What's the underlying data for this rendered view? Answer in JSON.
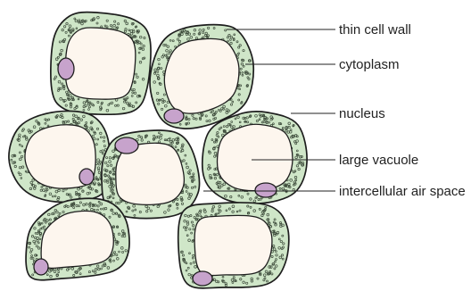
{
  "colors": {
    "cytoplasm": "#cfe6c8",
    "vacuole": "#fdf6ee",
    "nucleus": "#c7a3cc",
    "granule": "#3c4a3a",
    "outline": "#1e1e1e"
  },
  "labels": [
    {
      "id": "wall",
      "text": "thin cell wall"
    },
    {
      "id": "cytoplasm",
      "text": "cytoplasm"
    },
    {
      "id": "nucleus",
      "text": "nucleus"
    },
    {
      "id": "vacuole",
      "text": "large vacuole"
    },
    {
      "id": "airspace",
      "text": "intercellular air space"
    }
  ]
}
